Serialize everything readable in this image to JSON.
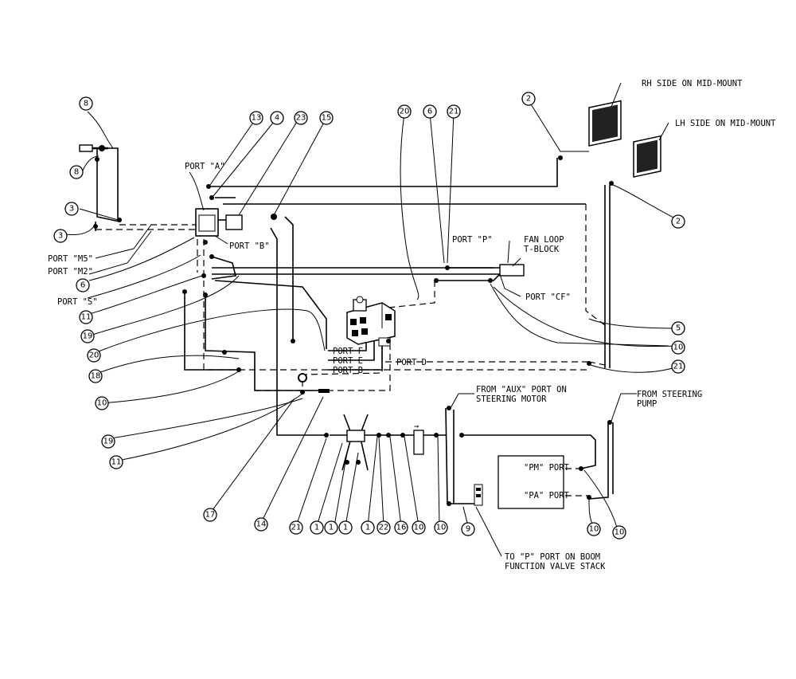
{
  "labels": {
    "rh_side": "RH SIDE ON MID-MOUNT",
    "lh_side": "LH SIDE ON MID-MOUNT",
    "port_a": "PORT \"A\"",
    "port_b": "PORT \"B\"",
    "port_m5": "PORT \"M5\"",
    "port_m2": "PORT \"M2\"",
    "port_s": "PORT \"S\"",
    "port_p": "PORT \"P\"",
    "fan_loop_1": "FAN LOOP",
    "fan_loop_2": "T-BLOCK",
    "port_cf": "PORT \"CF\"",
    "port_f": "PORT F",
    "port_e": "PORT E",
    "port_b2": "PORT B",
    "port_d": "PORT D",
    "from_aux_1": "FROM \"AUX\" PORT ON",
    "from_aux_2": "STEERING MOTOR",
    "from_steer_1": "FROM STEERING",
    "from_steer_2": "PUMP",
    "pm_port": "\"PM\" PORT",
    "pa_port": "\"PA\" PORT",
    "to_p_1": "TO \"P\" PORT ON BOOM",
    "to_p_2": "FUNCTION VALVE STACK"
  },
  "callouts": {
    "c8a": "8",
    "c8b": "8",
    "c3a": "3",
    "c3b": "3",
    "c6a": "6",
    "c11a": "11",
    "c19a": "19",
    "c20a": "20",
    "c18": "18",
    "c10a": "10",
    "c19b": "19",
    "c11b": "11",
    "c13": "13",
    "c4": "4",
    "c23": "23",
    "c15": "15",
    "c20b": "20",
    "c6b": "6",
    "c21a": "21",
    "c2a": "2",
    "c2b": "2",
    "c5": "5",
    "c10b": "10",
    "c21b": "21",
    "c17": "17",
    "c14": "14",
    "c21c": "21",
    "c1a": "1",
    "c1b": "1",
    "c1c": "1",
    "c1d": "1",
    "c22": "22",
    "c16": "16",
    "c10c": "10",
    "c10d": "10",
    "c9": "9",
    "c10e": "10",
    "c10f": "10"
  }
}
